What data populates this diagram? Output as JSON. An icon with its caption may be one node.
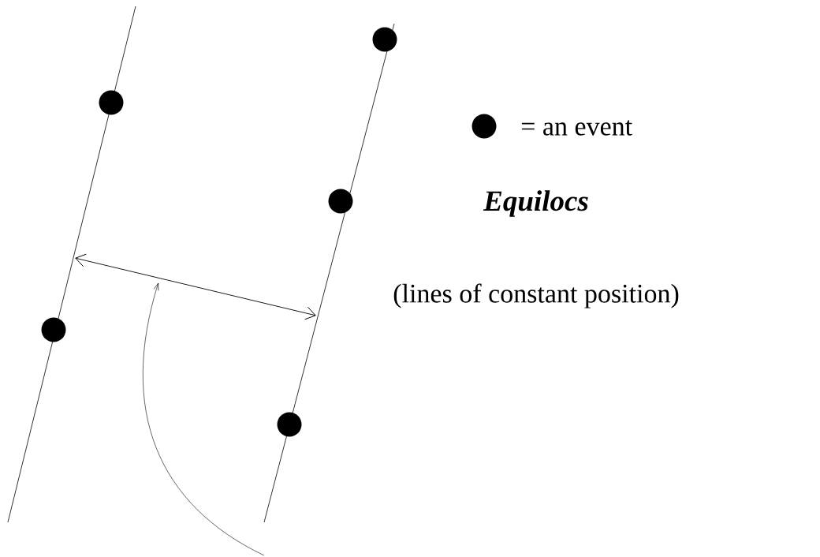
{
  "diagram": {
    "labels": [
      "Equilocs",
      "(lines of constant position)"
    ],
    "legend": [
      {
        "text": "= an event"
      }
    ]
  }
}
